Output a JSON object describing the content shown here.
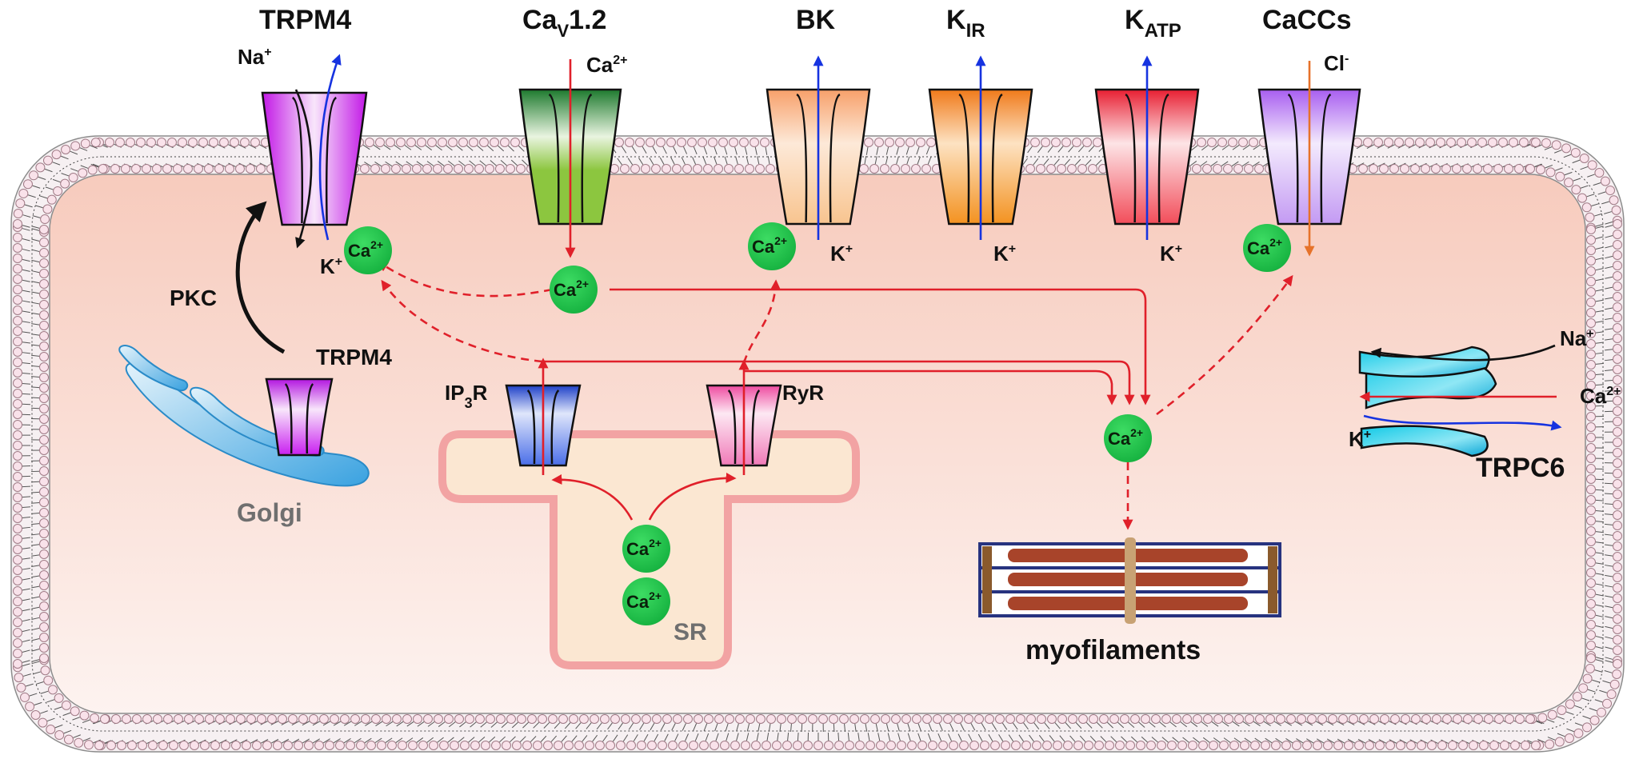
{
  "colors": {
    "cytoplasm": "#f9d7cc",
    "membrane_head": "#f9e2ea",
    "ca_dot": "#1fc44a",
    "red_arrow": "#e0202a",
    "blue_arrow": "#1633e0",
    "orange_arrow": "#e6722a",
    "sr_fill": "#fbe7d2",
    "sr_border": "#f2a3a3"
  },
  "channels": {
    "trpm4": {
      "title": "TRPM4",
      "in_ion": "Na",
      "in_sup": "+",
      "out_ion": "K",
      "out_sup": "+"
    },
    "cav": {
      "title_main": "Ca",
      "title_sub": "V",
      "title_rest": "1.2",
      "ion": "Ca",
      "ion_sup": "2+"
    },
    "bk": {
      "title": "BK",
      "ion": "K",
      "ion_sup": "+"
    },
    "kir": {
      "title_main": "K",
      "title_sub": "IR",
      "ion": "K",
      "ion_sup": "+"
    },
    "katp": {
      "title_main": "K",
      "title_sub": "ATP",
      "ion": "K",
      "ion_sup": "+"
    },
    "caccs": {
      "title": "CaCCs",
      "ion": "Cl",
      "ion_sup": "-"
    },
    "trpc6": {
      "title": "TRPC6",
      "na": "Na",
      "na_sup": "+",
      "ca": "Ca",
      "ca_sup": "2+",
      "k": "K",
      "k_sup": "+"
    }
  },
  "calcium": {
    "label": "Ca",
    "sup": "2+"
  },
  "labels": {
    "pkc": "PKC",
    "golgi_trpm4": "TRPM4",
    "golgi": "Golgi",
    "ip3r_main": "IP",
    "ip3r_sub": "3",
    "ip3r_rest": "R",
    "ryr": "RyR",
    "sr": "SR",
    "myofilaments": "myofilaments"
  }
}
